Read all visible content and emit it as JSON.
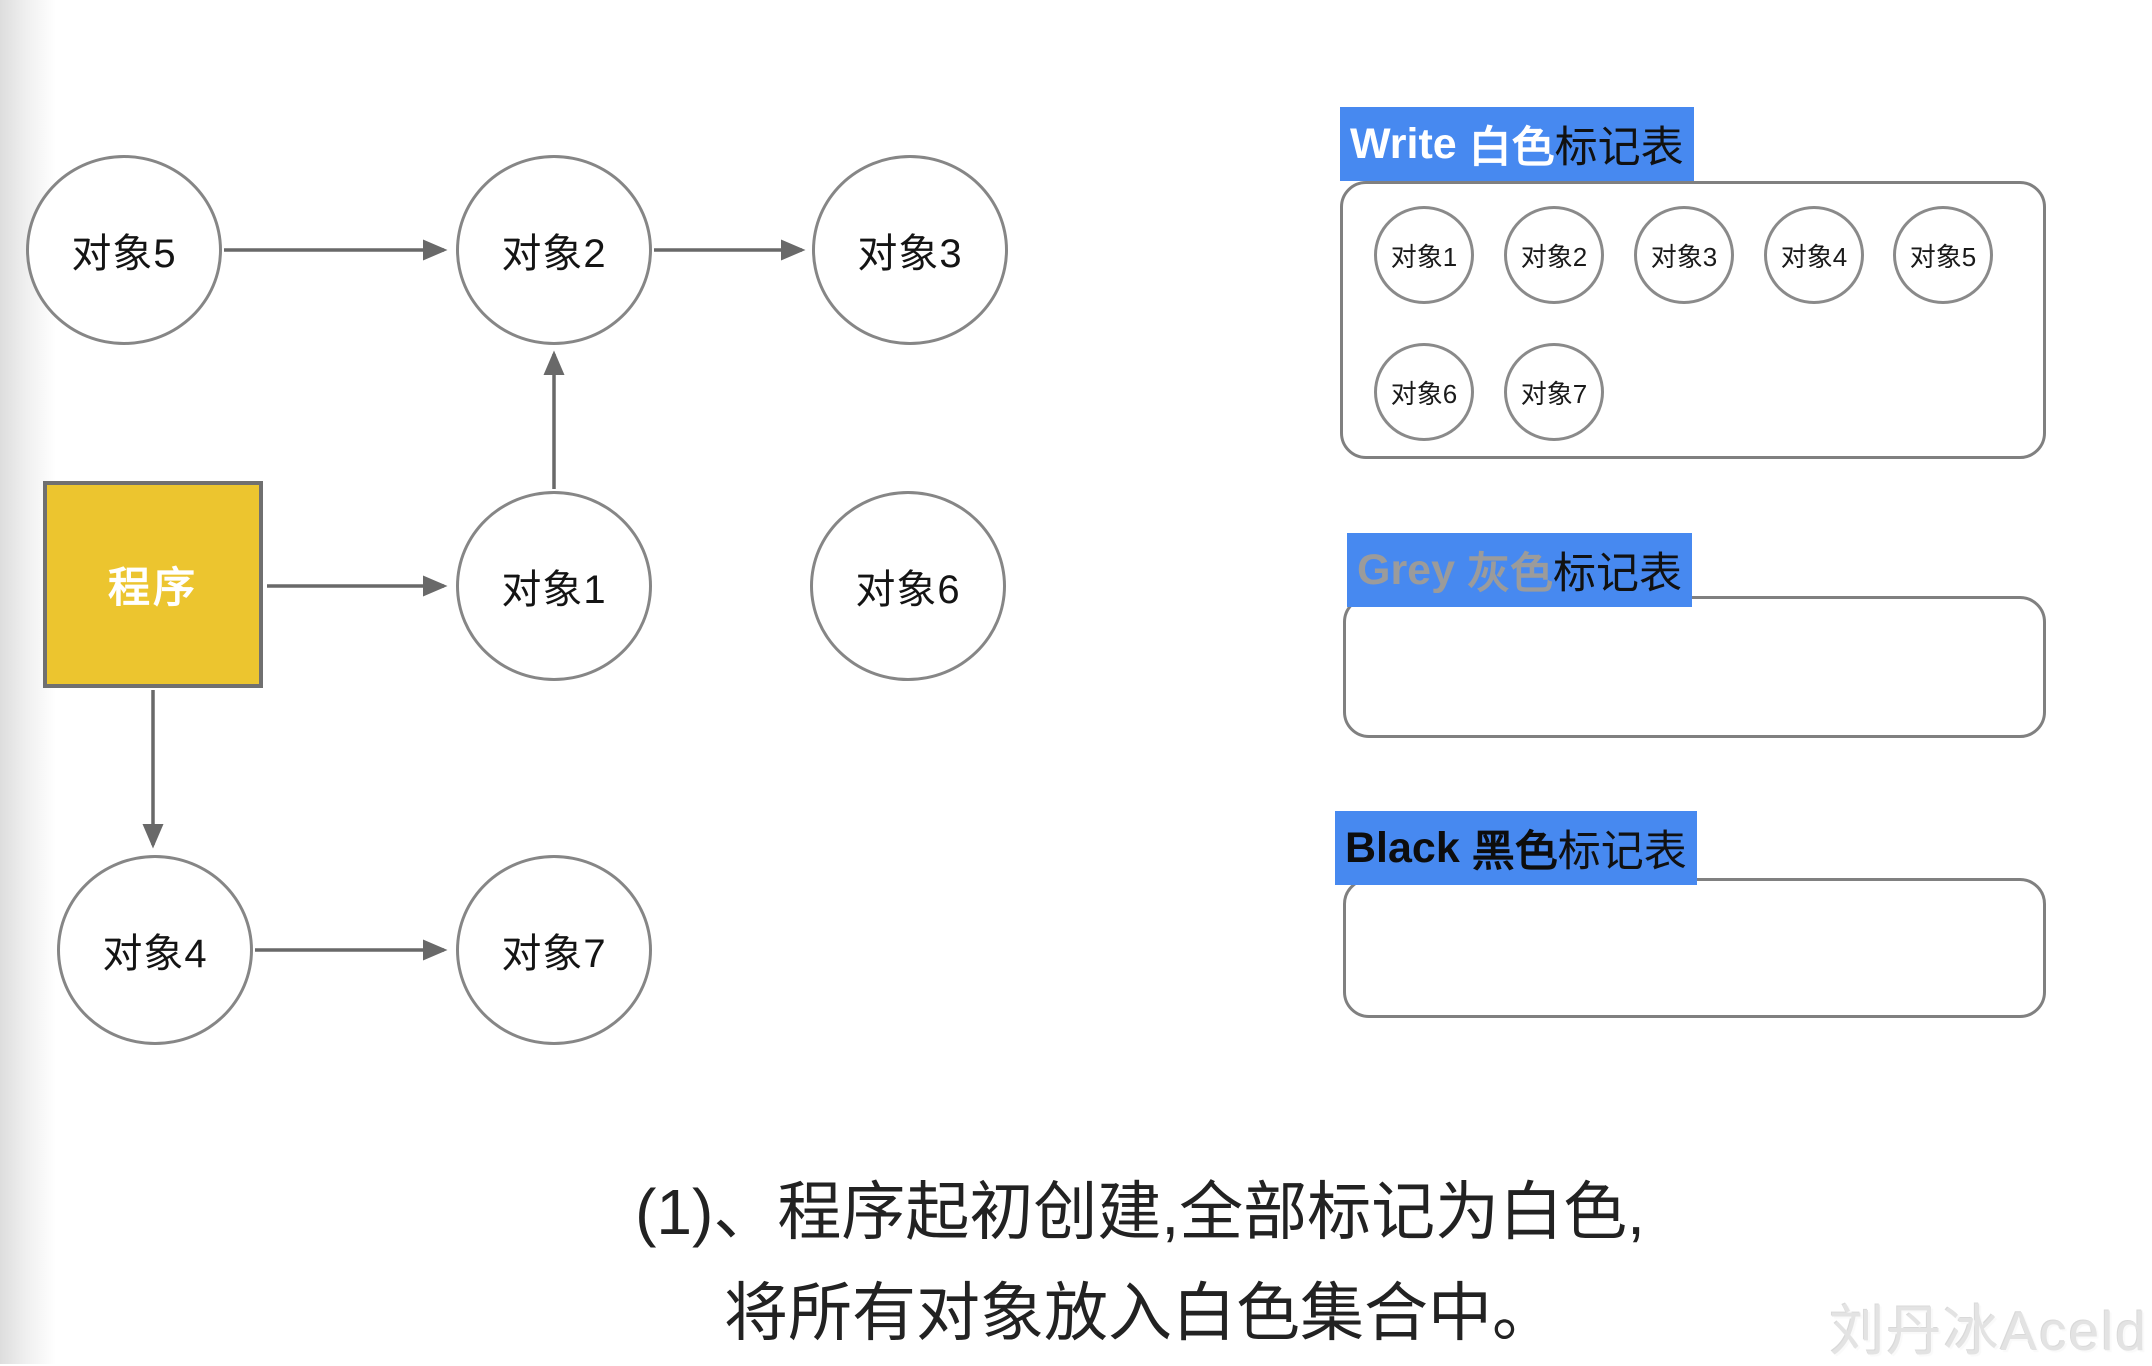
{
  "palette": {
    "banner_blue": "#4789f0",
    "program_yellow": "#ecc52f",
    "border_gray": "#868686",
    "arrow_gray": "#696969",
    "grey_label_text": "#9b9b9b",
    "watermark_gray": "#e3e3e3"
  },
  "graph": {
    "program_label": "程序",
    "nodes": [
      {
        "label": "对象5"
      },
      {
        "label": "对象2"
      },
      {
        "label": "对象3"
      },
      {
        "label": "对象1"
      },
      {
        "label": "对象6"
      },
      {
        "label": "对象4"
      },
      {
        "label": "对象7"
      }
    ],
    "edges": [
      {
        "from": "对象5",
        "to": "对象2"
      },
      {
        "from": "对象2",
        "to": "对象3"
      },
      {
        "from": "对象1",
        "to": "对象2"
      },
      {
        "from": "程序",
        "to": "对象1"
      },
      {
        "from": "程序",
        "to": "对象4"
      },
      {
        "from": "对象4",
        "to": "对象7"
      }
    ]
  },
  "tables": [
    {
      "title_en": "Write ",
      "title_color": "白色",
      "title_suffix": "标记表",
      "items": [
        "对象1",
        "对象2",
        "对象3",
        "对象4",
        "对象5",
        "对象6",
        "对象7"
      ]
    },
    {
      "title_en": "Grey ",
      "title_color": "灰色",
      "title_suffix": "标记表",
      "items": []
    },
    {
      "title_en": "Black ",
      "title_color": "黑色",
      "title_suffix": "标记表",
      "items": []
    }
  ],
  "caption": {
    "line1": "(1)、程序起初创建,全部标记为白色,",
    "line2": "将所有对象放入白色集合中。"
  },
  "watermark": "刘丹冰Aceld"
}
